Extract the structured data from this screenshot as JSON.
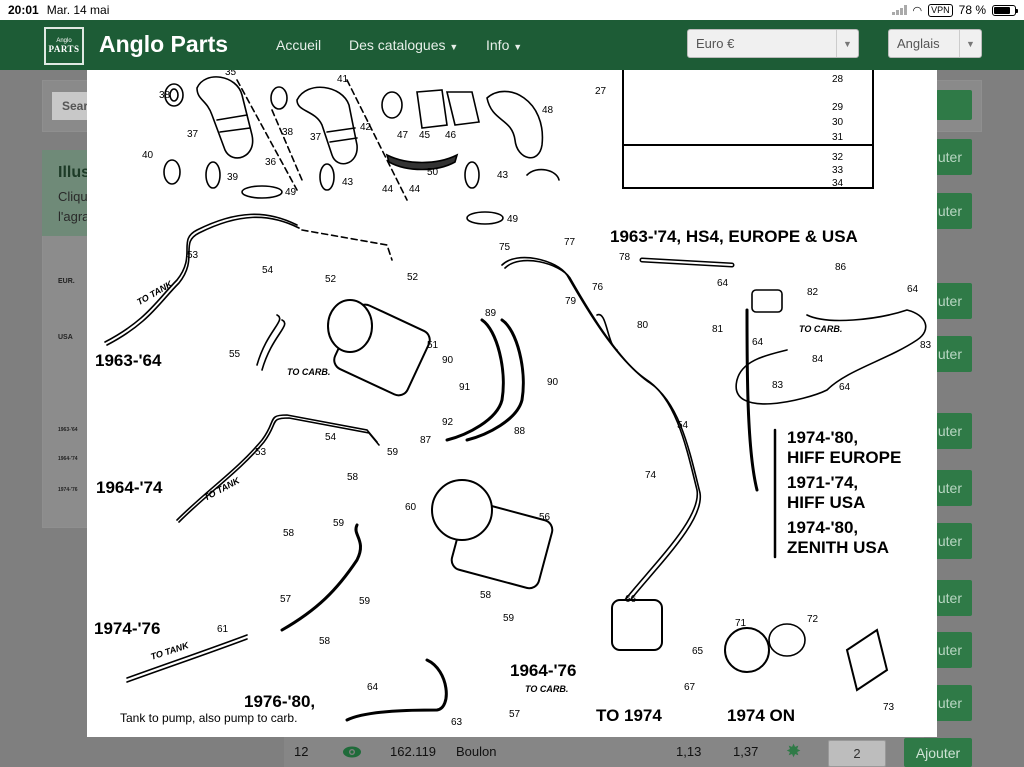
{
  "status": {
    "time": "20:01",
    "date": "Mar. 14 mai",
    "vpn": "VPN",
    "battery": "78 %",
    "battery_level": 78
  },
  "nav": {
    "logo_top": "Anglo",
    "logo_mid": "PARTS",
    "brand": "Anglo Parts",
    "links": [
      "Accueil",
      "Des catalogues",
      "Info"
    ],
    "currency": "Euro €",
    "language": "Anglais"
  },
  "background": {
    "search_placeholder": "Sear",
    "illus_title": "Illus",
    "illus_lines": [
      "Cliqu",
      "l'agra"
    ],
    "thumb_labels": [
      "EUR.",
      "USA",
      "1963-'64",
      "1964-'74",
      "1974-'76"
    ],
    "ajouter_partial": "uter",
    "row": {
      "index": "12",
      "ref": "162.119",
      "name": "Boulon",
      "price1": "1,13",
      "price2": "1,37",
      "qty": "2",
      "button": "Ajouter"
    }
  },
  "diagram": {
    "labels_big": {
      "y1963_64": "1963-'64",
      "y1964_74": "1964-'74",
      "y1974_76": "1974-'76",
      "y1976_80": "1976-'80,",
      "hs4": "1963-'74, HS4, EUROPE & USA",
      "hiff_eu_a": "1974-'80,",
      "hiff_eu_b": "HIFF EUROPE",
      "hiff_us_a": "1971-'74,",
      "hiff_us_b": "HIFF USA",
      "zen_a": "1974-'80,",
      "zen_b": "ZENITH USA",
      "y1964_76": "1964-'76",
      "to1974": "TO 1974",
      "on1974": "1974 ON"
    },
    "labels_small": {
      "tank_pump": "Tank to pump, also pump to carb.",
      "to_tank": "TO TANK",
      "to_carb": "TO CARB."
    }
  }
}
